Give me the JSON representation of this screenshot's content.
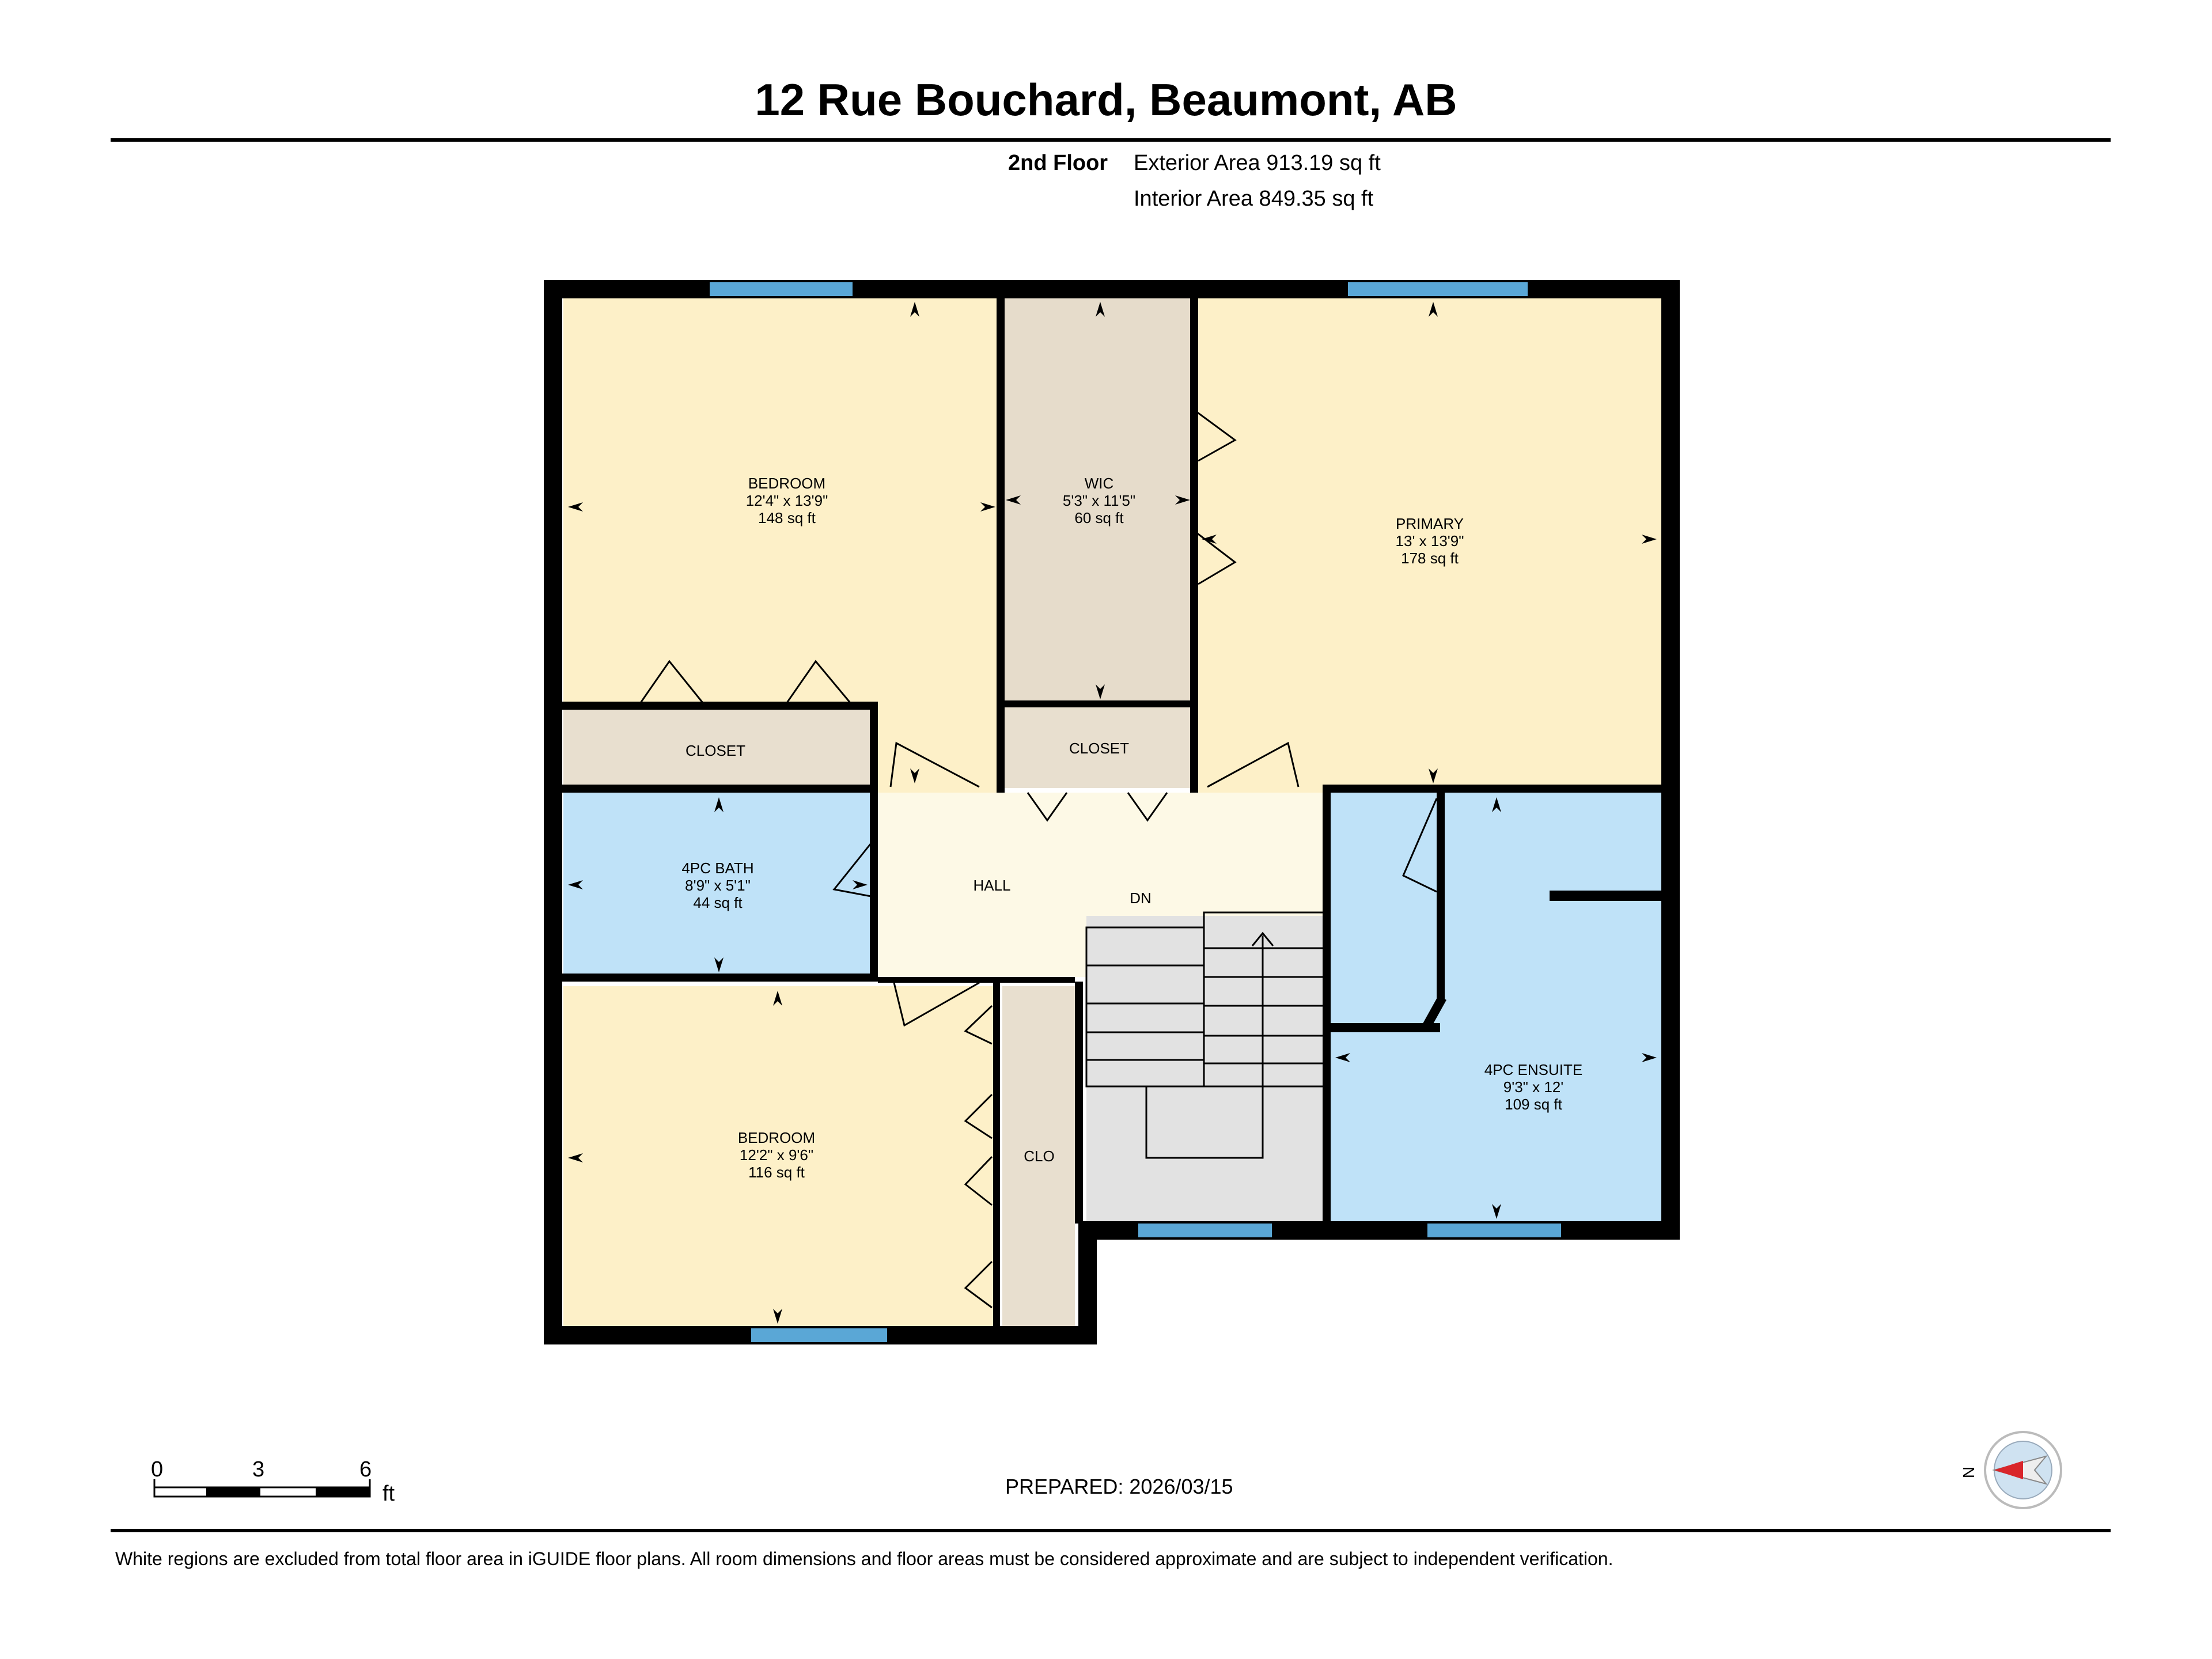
{
  "header": {
    "title": "12 Rue Bouchard, Beaumont, AB",
    "floor_label": "2nd Floor",
    "exterior_area": "Exterior Area 913.19 sq ft",
    "interior_area": "Interior Area 849.35 sq ft"
  },
  "rooms": {
    "bedroom1": {
      "name": "BEDROOM",
      "dims": "12'4\" x 13'9\"",
      "area": "148 sq ft"
    },
    "wic": {
      "name": "WIC",
      "dims": "5'3\" x 11'5\"",
      "area": "60 sq ft"
    },
    "primary": {
      "name": "PRIMARY",
      "dims": "13' x 13'9\"",
      "area": "178 sq ft"
    },
    "closet1": {
      "name": "CLOSET"
    },
    "closet2": {
      "name": "CLOSET"
    },
    "bath": {
      "name": "4PC BATH",
      "dims": "8'9\" x 5'1\"",
      "area": "44 sq ft"
    },
    "hall": {
      "name": "HALL"
    },
    "stairs": {
      "name": "DN"
    },
    "ensuite": {
      "name": "4PC ENSUITE",
      "dims": "9'3\" x 12'",
      "area": "109 sq ft"
    },
    "bedroom2": {
      "name": "BEDROOM",
      "dims": "12'2\" x 9'6\"",
      "area": "116 sq ft"
    },
    "clo": {
      "name": "CLO"
    }
  },
  "colors": {
    "bedroom": "#fdf0c8",
    "closet": "#e8dfcf",
    "wic": "#e6dccb",
    "bath": "#bfe2f8",
    "hall": "#fdf9e6",
    "stairs": "#e2e2e2",
    "wall": "#000000",
    "window": "#5aa7d6"
  },
  "scale": {
    "ticks": [
      "0",
      "3",
      "6"
    ],
    "unit": "ft"
  },
  "footer": {
    "prepared": "PREPARED: 2026/03/15",
    "disclaimer": "White regions are excluded from total floor area in iGUIDE floor plans. All room dimensions and floor areas must be considered approximate and are subject to independent verification.",
    "compass_letter": "N"
  }
}
